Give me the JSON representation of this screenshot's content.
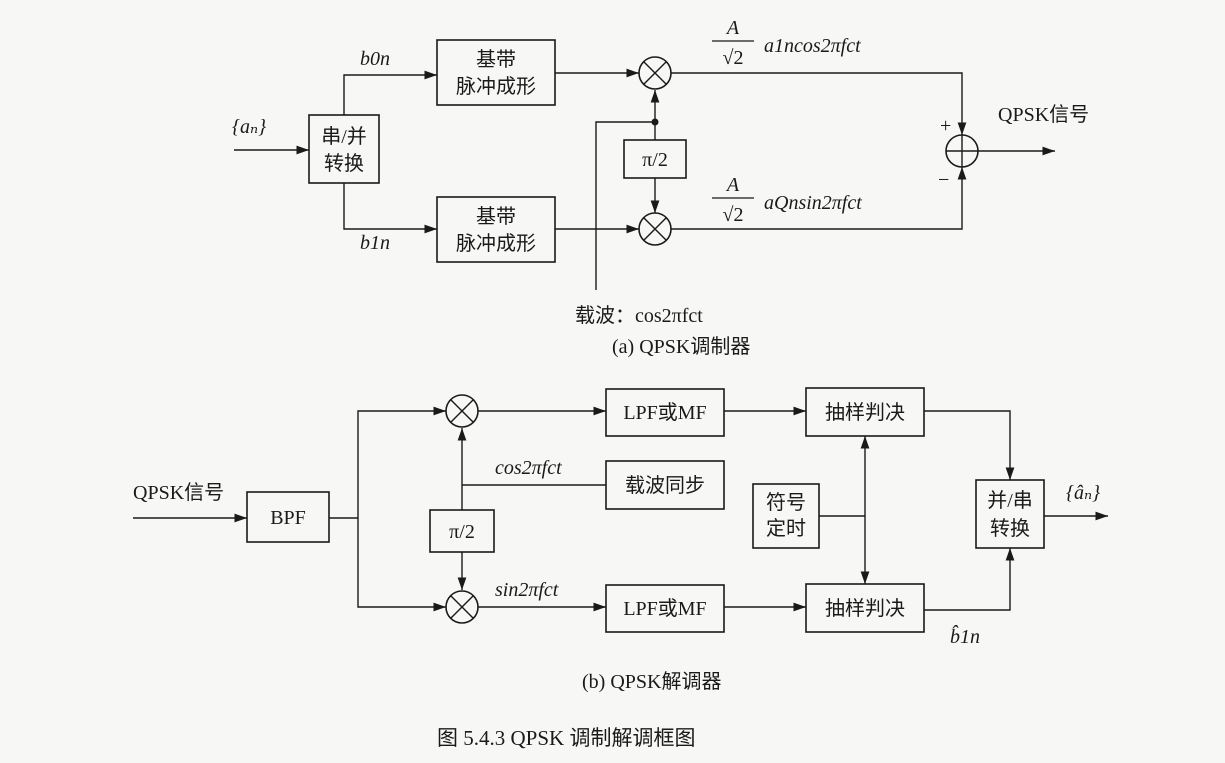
{
  "modulator": {
    "input_label": "{aₙ}",
    "sp_converter": [
      "串/并",
      "转换"
    ],
    "b0n": "b0n",
    "b1n": "b1n",
    "pulse_shaper_top": [
      "基带",
      "脉冲成形"
    ],
    "pulse_shaper_bottom": [
      "基带",
      "脉冲成形"
    ],
    "phase_shift": "π/2",
    "i_signal": {
      "coef_num": "A",
      "coef_den": "√2",
      "expr": "a1ncos2πfct"
    },
    "q_signal": {
      "coef_num": "A",
      "coef_den": "√2",
      "expr": "aQnsin2πfct"
    },
    "plus": "+",
    "minus": "−",
    "output_label": "QPSK信号",
    "carrier_label": "载波：cos2πfct",
    "caption": "(a) QPSK调制器"
  },
  "demodulator": {
    "input_label": "QPSK信号",
    "bpf": "BPF",
    "lpf_top": "LPF或MF",
    "lpf_bottom": "LPF或MF",
    "cos_label": "cos2πfct",
    "sin_label": "sin2πfct",
    "carrier_sync": "载波同步",
    "phase_shift": "π/2",
    "symbol_timing": [
      "符号",
      "定时"
    ],
    "sample_top": "抽样判决",
    "sample_bottom": "抽样判决",
    "ps_converter": [
      "并/串",
      "转换"
    ],
    "output_label": "{âₙ}",
    "b1n_hat": "b̂1n",
    "caption": "(b) QPSK解调器"
  },
  "figure_caption": "图 5.4.3   QPSK 调制解调框图"
}
